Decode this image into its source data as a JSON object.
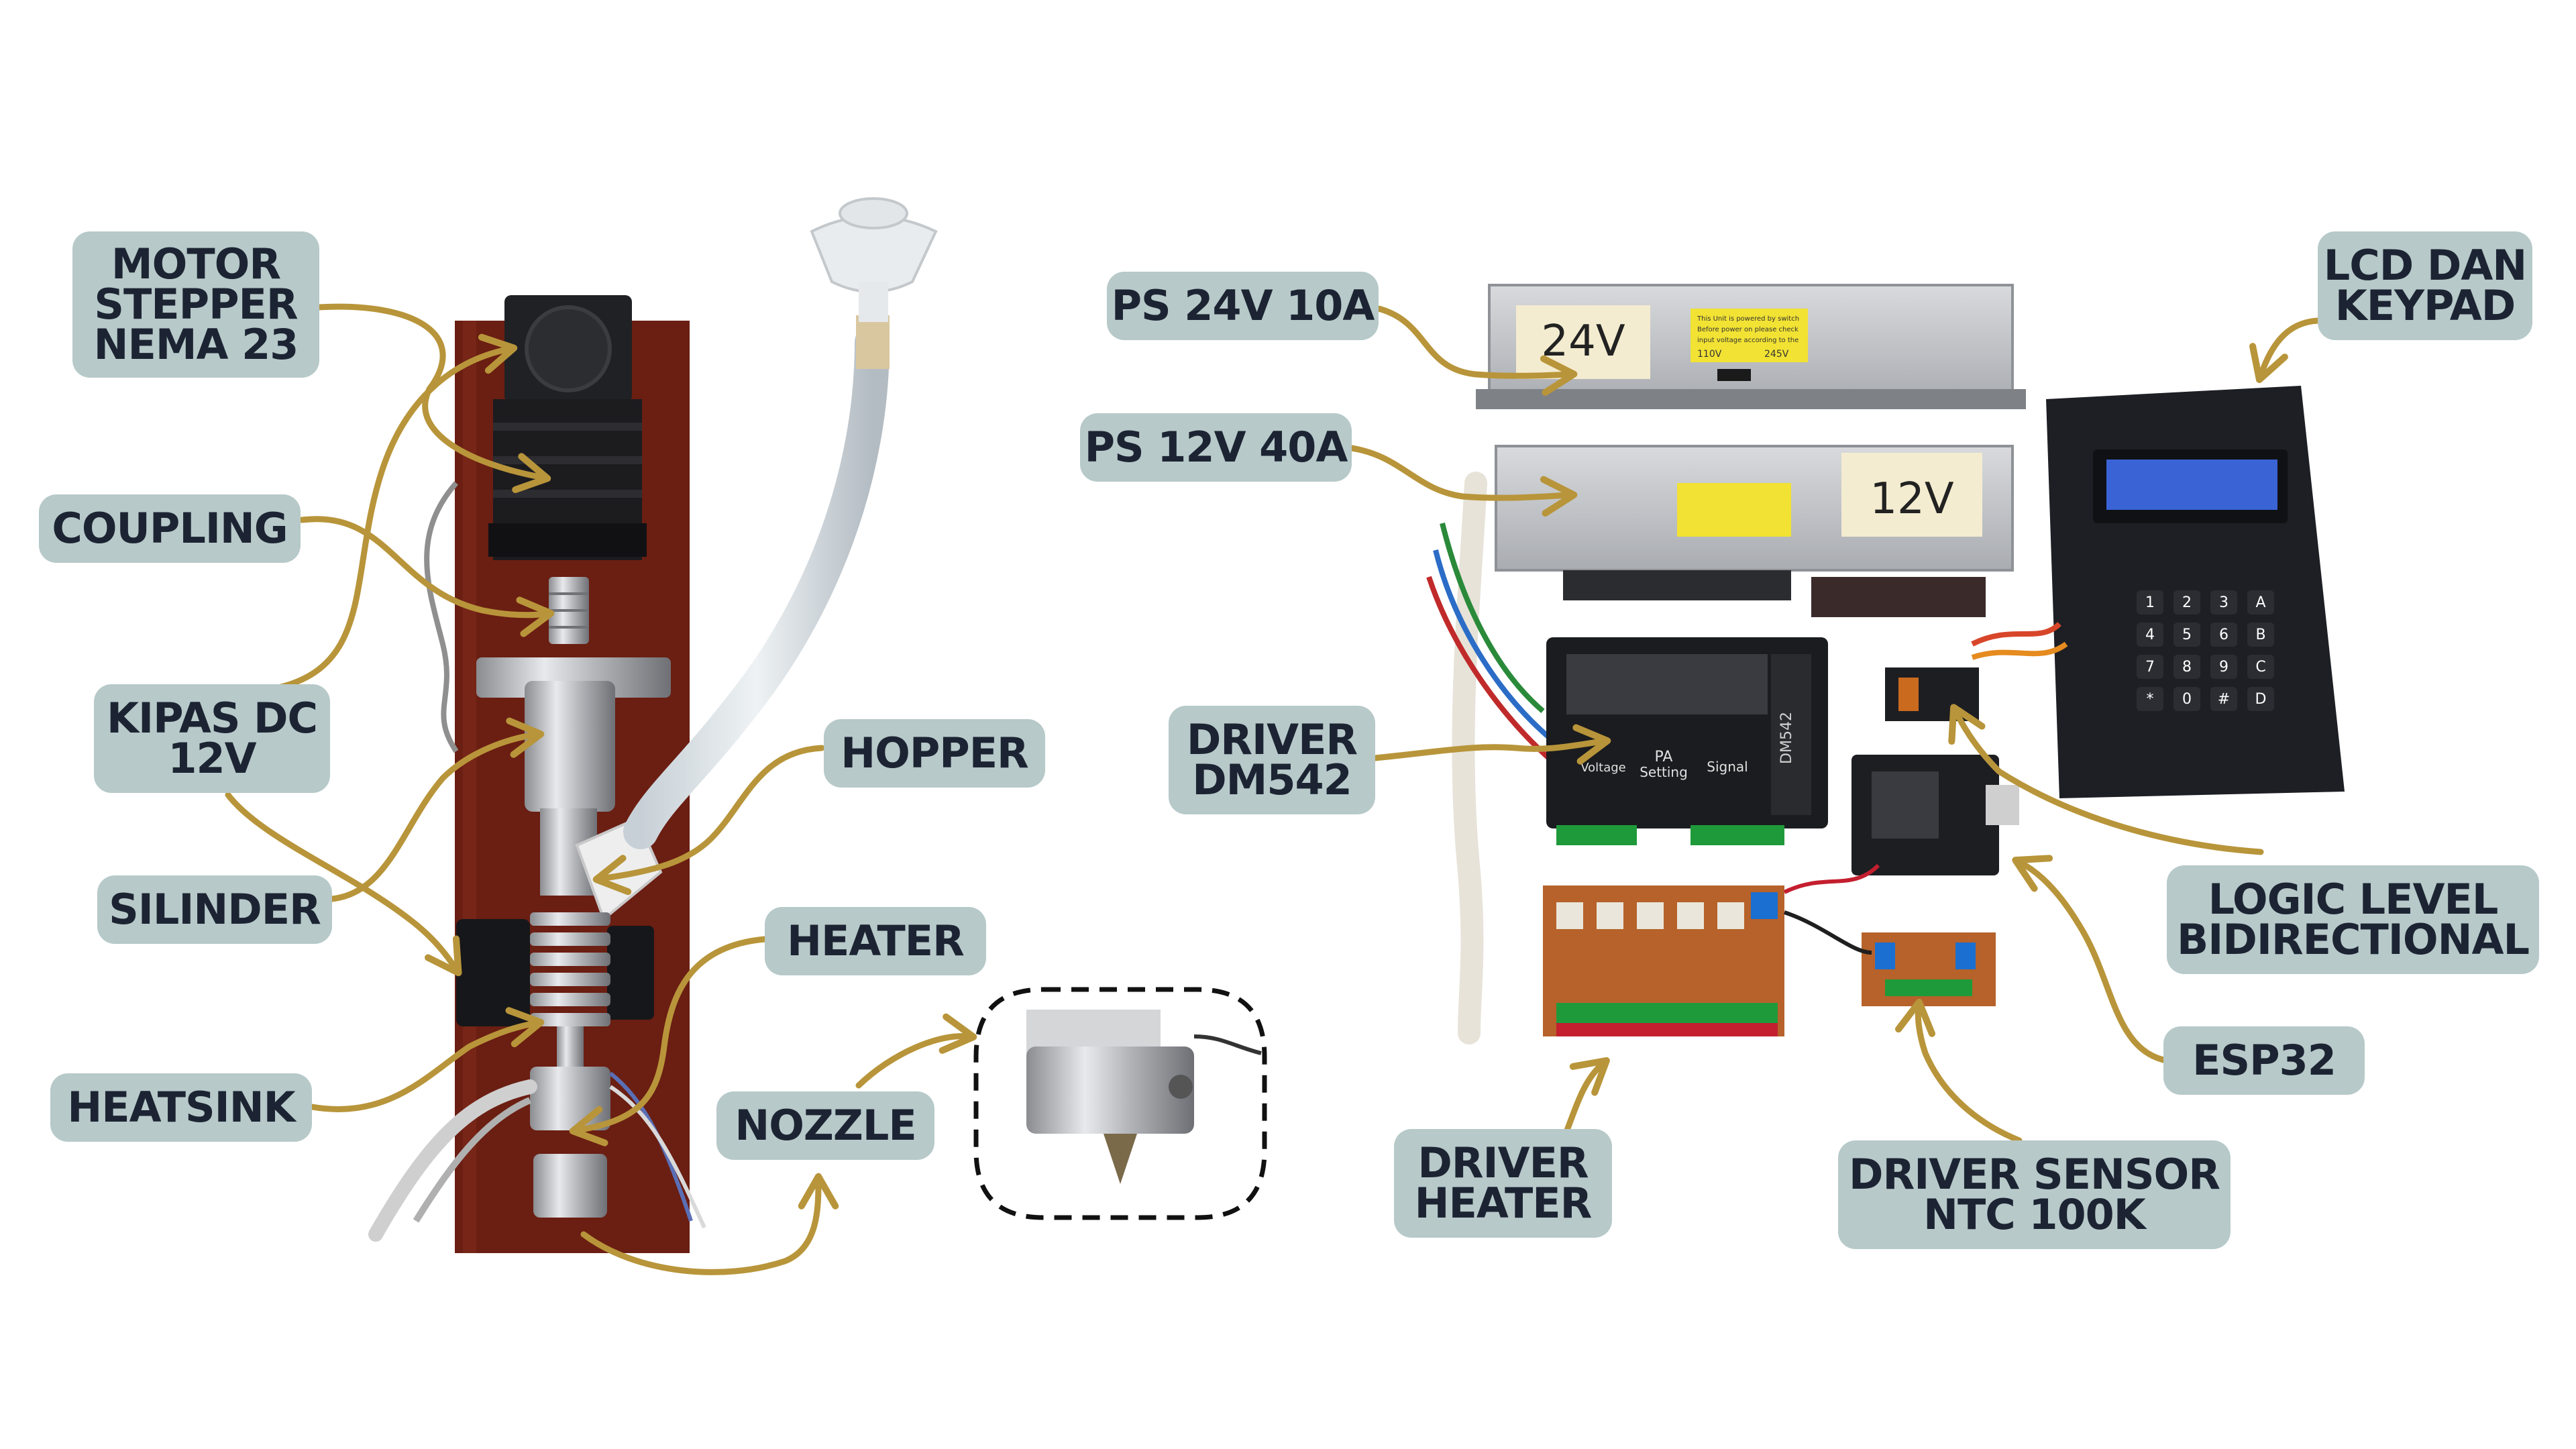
{
  "labels": {
    "motor": [
      "MOTOR",
      "STEPPER",
      "NEMA 23"
    ],
    "coupling": [
      "COUPLING"
    ],
    "kipas": [
      "KIPAS DC",
      "12V"
    ],
    "silinder": [
      "SILINDER"
    ],
    "heatsink": [
      "HEATSINK"
    ],
    "hopper": [
      "HOPPER"
    ],
    "heater": [
      "HEATER"
    ],
    "nozzle": [
      "NOZZLE"
    ],
    "ps24": [
      "PS 24V 10A"
    ],
    "ps12": [
      "PS 12V 40A"
    ],
    "dm542": [
      "DRIVER",
      "DM542"
    ],
    "driver_heater": [
      "DRIVER",
      "HEATER"
    ],
    "driver_sensor": [
      "DRIVER SENSOR",
      "NTC 100K"
    ],
    "esp32": [
      "ESP32"
    ],
    "logic": [
      "LOGIC LEVEL",
      "BIDIRECTIONAL"
    ],
    "lcd": [
      "LCD DAN",
      "KEYPAD"
    ]
  },
  "photo_text": {
    "ps24_tag": "24V",
    "ps12_tag": "12V",
    "ps24_sticker": [
      "This Unit is powered by switch",
      "Before power on please check",
      "input voltage according to the",
      "110V",
      "245V"
    ],
    "dm542_brand": "DM542",
    "dm542_pa": "PA",
    "dm542_setting": "Setting",
    "dm542_signal": "Signal",
    "dm542_voltage": "Voltage",
    "keypad_keys": [
      "1",
      "2",
      "3",
      "A",
      "4",
      "5",
      "6",
      "B",
      "7",
      "8",
      "9",
      "C",
      "*",
      "0",
      "#",
      "D"
    ]
  },
  "colors": {
    "label_bg": "#b7c9c9",
    "label_text": "#1c2433",
    "arrow": "#b8953a"
  }
}
